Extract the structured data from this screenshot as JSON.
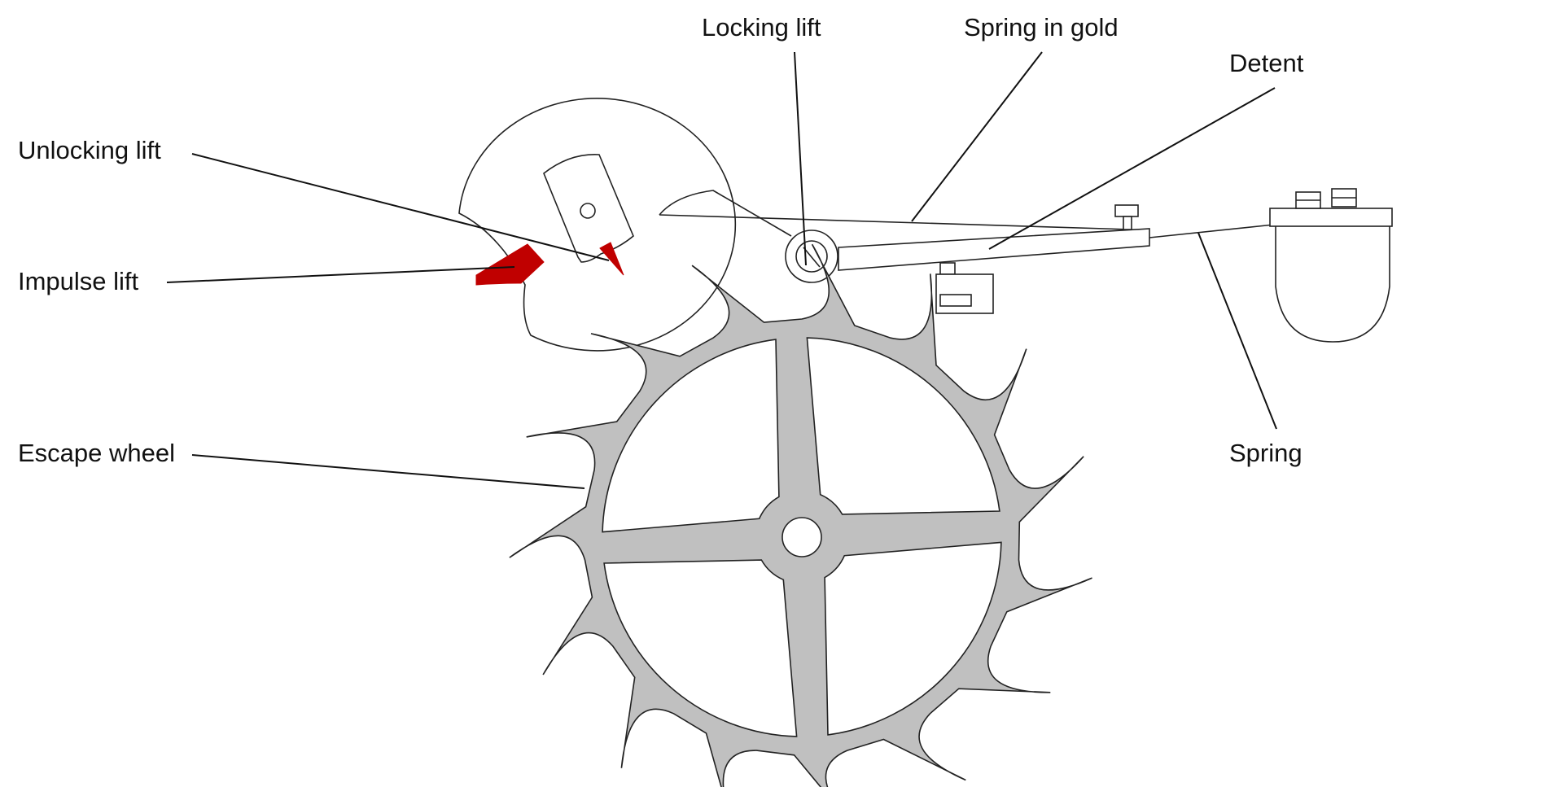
{
  "diagram": {
    "labels": {
      "unlocking_lift": "Unlocking lift",
      "impulse_lift": "Impulse lift",
      "escape_wheel": "Escape wheel",
      "locking_lift": "Locking lift",
      "spring_in_gold": "Spring in gold",
      "detent": "Detent",
      "spring": "Spring"
    },
    "colors": {
      "background": "#ffffff",
      "line": "#222222",
      "escape_wheel_fill": "#c0c0c0",
      "lift_pallet_fill": "#c00000"
    }
  }
}
